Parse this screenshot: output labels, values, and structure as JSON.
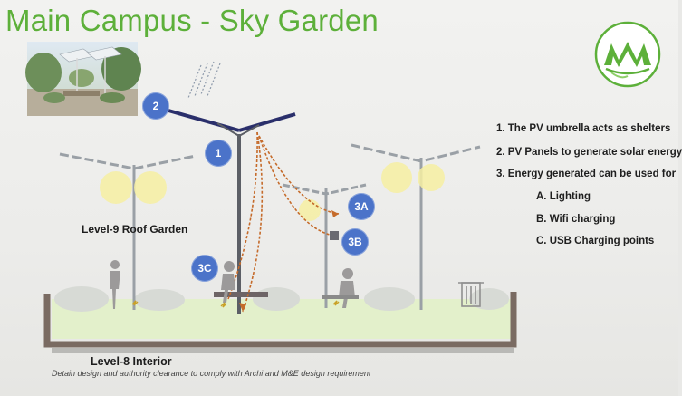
{
  "title": "Main Campus - Sky Garden",
  "badges": {
    "b1": "1",
    "b2": "2",
    "b3a": "3A",
    "b3b": "3B",
    "b3c": "3C"
  },
  "legend": {
    "item1": "1. The PV umbrella acts as shelters",
    "item2": "2. PV Panels to generate solar energy",
    "item3": "3. Energy generated can be used for",
    "itemA": "A. Lighting",
    "itemB": "B. Wifi charging",
    "itemC": "C. USB Charging points"
  },
  "labels": {
    "level9": "Level-9 Roof Garden",
    "level8": "Level-8 Interior",
    "note": "Detain design and authority clearance to comply with Archi and M&E design requirement"
  },
  "colors": {
    "title_green": "#5db03a",
    "badge_blue": "#4b73c9",
    "panel_navy": "#2a2f6b",
    "lamp_yellow": "#f2e27a"
  }
}
